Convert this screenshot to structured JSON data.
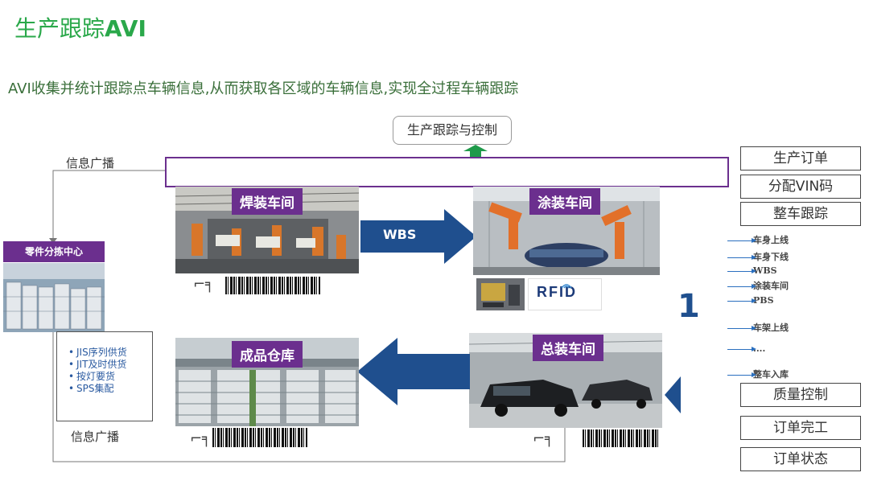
{
  "title_part1": "生产跟踪",
  "title_part2": "AVI",
  "subtitle": "AVI收集并统计跟踪点车辆信息,从而获取各区域的车辆信息,实现全过程车辆跟踪",
  "top_box": "生产跟踪与控制",
  "info_broadcast_top": "信息广播",
  "info_broadcast_bottom": "信息广播",
  "parts_center": "零件分拣中心",
  "welding": "焊装车间",
  "painting": "涂装车间",
  "assembly": "总装车间",
  "warehouse": "成品仓库",
  "wbs_arrow": "WBS",
  "rfid": "RFID",
  "digit": "1",
  "supply_list": [
    "JIS序列供货",
    "JIT及时供货",
    "按灯要货",
    "SPS集配"
  ],
  "right_boxes_top": [
    "生产订单",
    "分配VIN码",
    "整车跟踪"
  ],
  "right_boxes_bottom": [
    "质量控制",
    "订单完工",
    "订单状态"
  ],
  "tracking_steps": [
    "车身上线",
    "车身下线",
    "WBS",
    "涂装车间",
    "PBS",
    "车架上线",
    "....",
    "整车入库"
  ],
  "colors": {
    "title_green": "#2aa84a",
    "purple": "#6b2f8e",
    "arrow_blue": "#1f4f8e",
    "up_arrow_green": "#1f9a4a"
  }
}
